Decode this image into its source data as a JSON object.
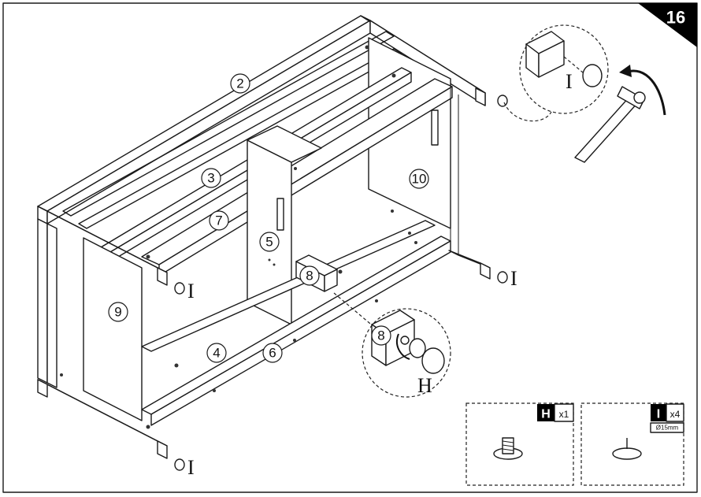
{
  "step_number": "16",
  "part_labels": [
    "2",
    "3",
    "7",
    "10",
    "5",
    "8",
    "9",
    "4",
    "6"
  ],
  "detail_callout": "8",
  "hardware_labels": {
    "foot_left_top": "I",
    "foot_right": "I",
    "foot_left_bottom": "I",
    "detail_foot": "I",
    "detail_screw": "H"
  },
  "parts_legend": [
    {
      "letter": "H",
      "qty": "x1",
      "note": ""
    },
    {
      "letter": "I",
      "qty": "x4",
      "note": "Ø15mm"
    }
  ]
}
